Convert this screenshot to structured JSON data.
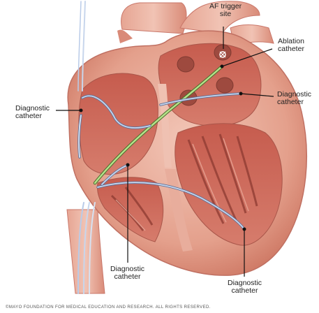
{
  "labels": {
    "af_trigger_site": "AF trigger\nsite",
    "ablation_catheter": "Ablation\ncatheter",
    "diagnostic_catheter_right_upper": "Diagnostic\ncatheter",
    "diagnostic_catheter_left": "Diagnostic\ncatheter",
    "diagnostic_catheter_bottom_center": "Diagnostic\ncatheter",
    "diagnostic_catheter_bottom_right": "Diagnostic\ncatheter"
  },
  "copyright": "©MAYO FOUNDATION FOR MEDICAL EDUCATION AND RESEARCH. ALL RIGHTS RESERVED.",
  "colors": {
    "heart_outer": "#e7a592",
    "heart_wall": "#d98a78",
    "heart_inner": "#c9685a",
    "chamber_light": "#f3cfc3",
    "muscle_dark": "#a94a3f",
    "vessel": "#dc8f7d",
    "catheter_green": "#b5e08a",
    "catheter_blue": "#b9cbe8",
    "leader_line": "#111111"
  }
}
